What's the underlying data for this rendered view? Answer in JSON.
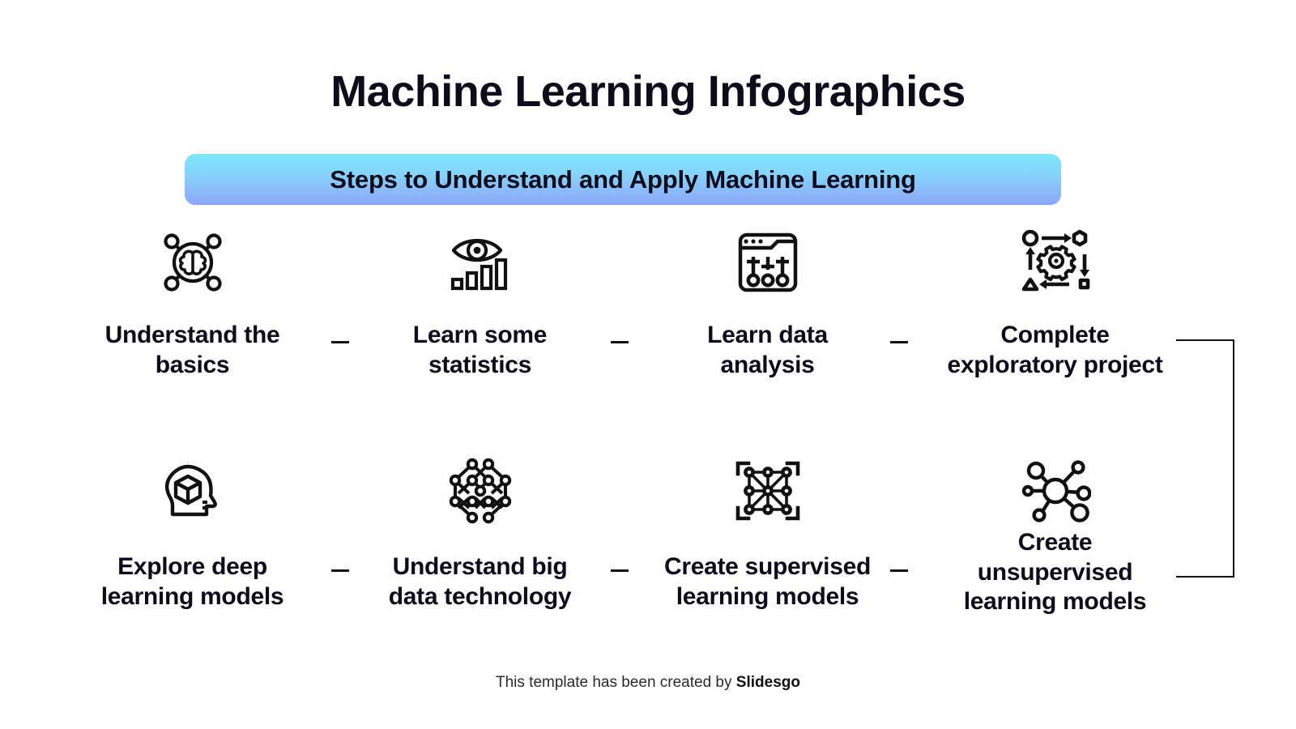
{
  "slide": {
    "title": "Machine Learning Infographics",
    "banner": {
      "text": "Steps to Understand and Apply Machine Learning",
      "gradient_from": "#7ce7fb",
      "gradient_to": "#8fa6f8"
    },
    "footer": {
      "prefix": "This template has been created by ",
      "brand": "Slidesgo"
    },
    "connector_dash": "-",
    "steps": [
      {
        "icon": "brain-network-icon",
        "label_line1": "Understand the",
        "label_line2": "basics",
        "label_line3": ""
      },
      {
        "icon": "eye-bar-chart-icon",
        "label_line1": "Learn some",
        "label_line2": "statistics",
        "label_line3": ""
      },
      {
        "icon": "dashboard-sliders-icon",
        "label_line1": "Learn data",
        "label_line2": "analysis",
        "label_line3": ""
      },
      {
        "icon": "gear-workflow-icon",
        "label_line1": "Complete",
        "label_line2": "exploratory project",
        "label_line3": ""
      },
      {
        "icon": "head-cube-icon",
        "label_line1": "Explore deep",
        "label_line2": "learning models",
        "label_line3": ""
      },
      {
        "icon": "node-lattice-icon",
        "label_line1": "Understand big",
        "label_line2": "data technology",
        "label_line3": ""
      },
      {
        "icon": "node-grid-frame-icon",
        "label_line1": "Create supervised",
        "label_line2": "learning models",
        "label_line3": ""
      },
      {
        "icon": "hub-cluster-icon",
        "label_line1": "Create",
        "label_line2": "unsupervised",
        "label_line3": "learning models"
      }
    ]
  }
}
